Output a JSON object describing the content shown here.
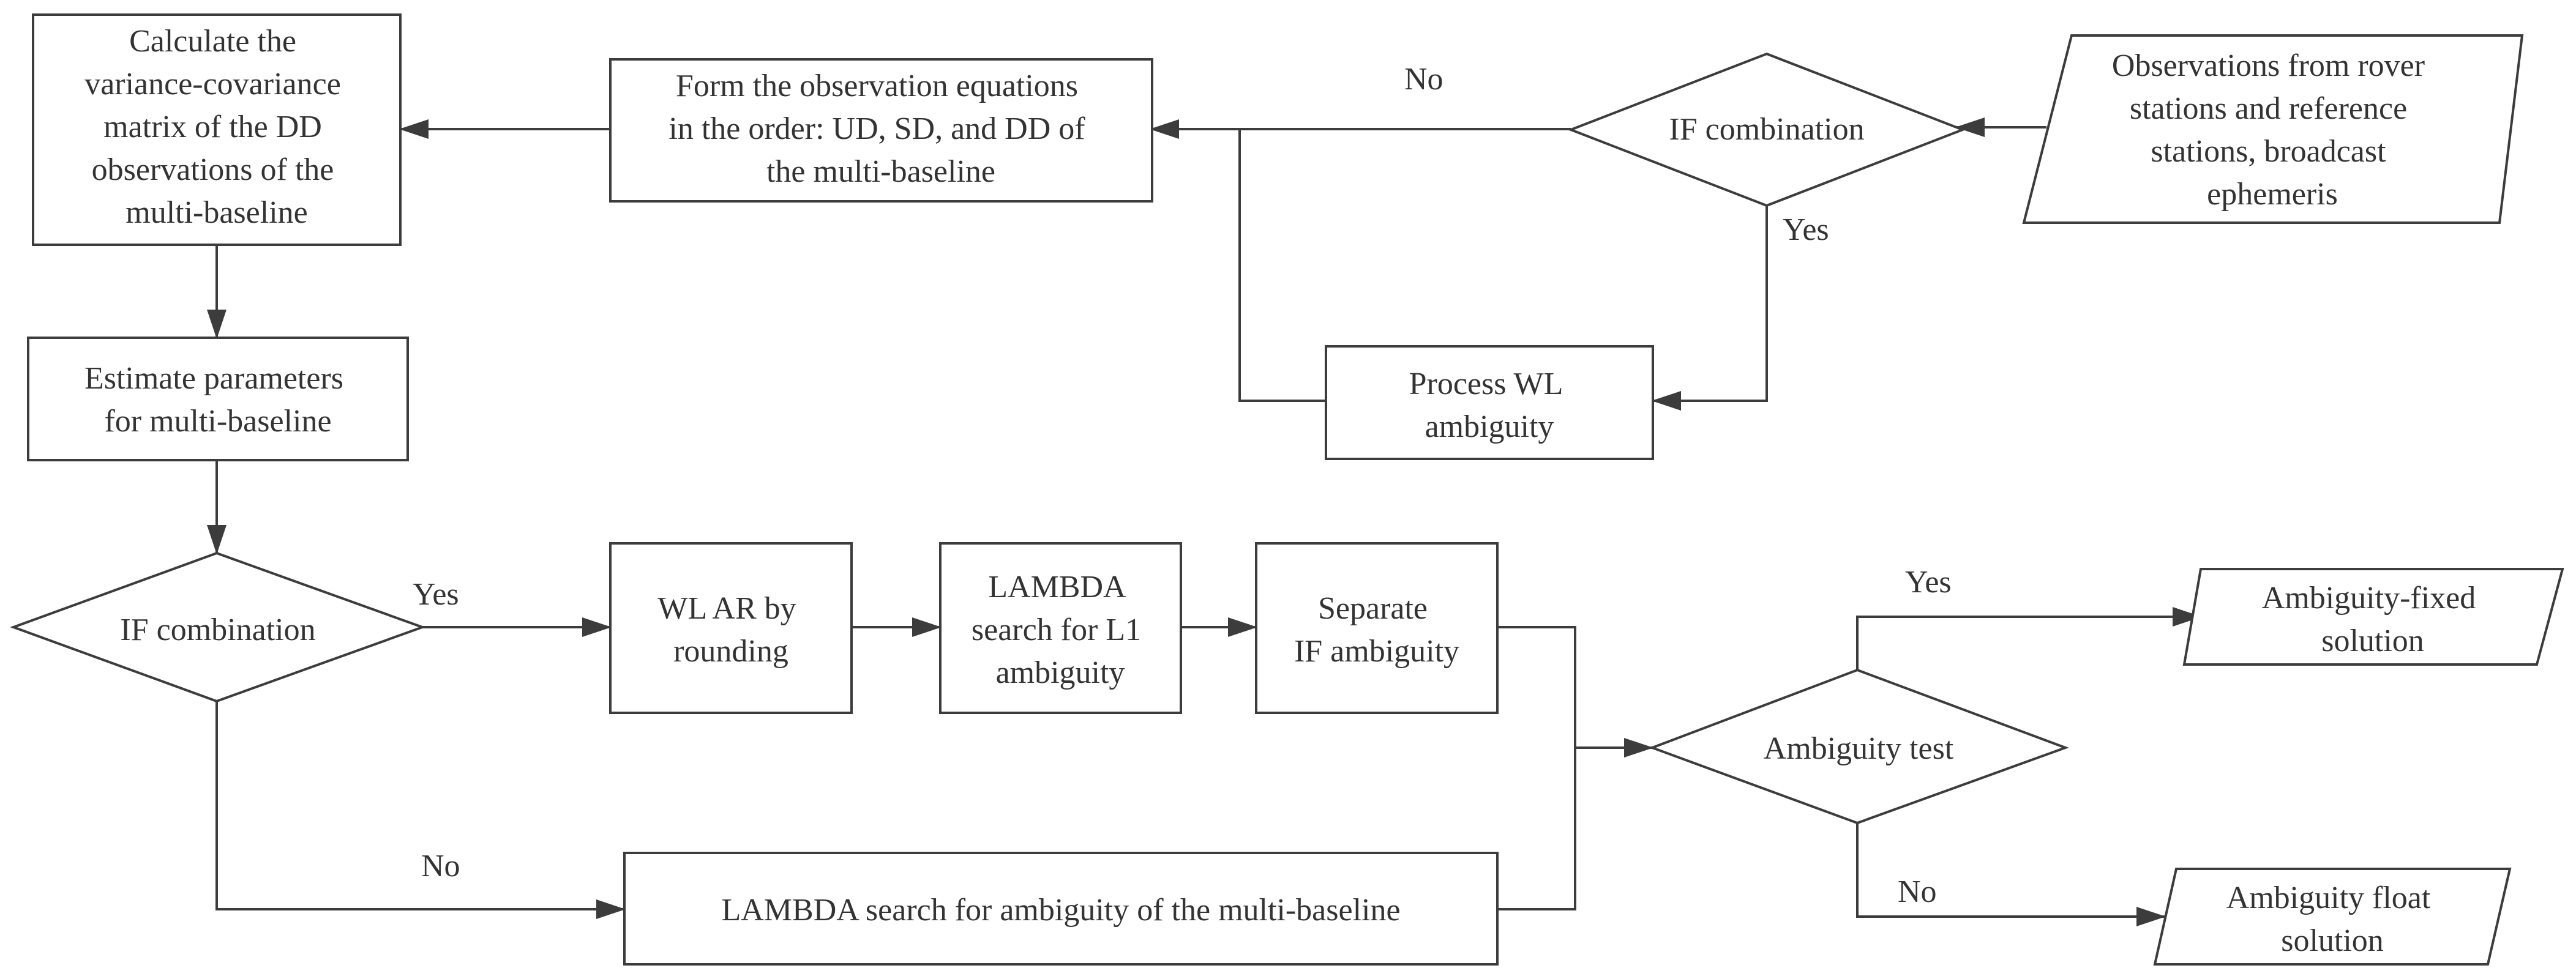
{
  "nodes": {
    "calc_vcm": {
      "lines": [
        "Calculate the",
        "variance-covariance",
        "matrix of the DD",
        "observations of the",
        "multi-baseline"
      ]
    },
    "form_obs": {
      "lines": [
        "Form the observation equations",
        "in the order: UD, SD, and DD of",
        "the multi-baseline"
      ]
    },
    "if_top": {
      "lines": [
        "IF combination"
      ]
    },
    "observations": {
      "lines": [
        "Observations from rover",
        "stations and reference",
        "stations, broadcast",
        "ephemeris"
      ]
    },
    "process_wl": {
      "lines": [
        "Process WL",
        "ambiguity"
      ]
    },
    "estimate": {
      "lines": [
        "Estimate parameters",
        "for multi-baseline"
      ]
    },
    "if_bottom": {
      "lines": [
        "IF combination"
      ]
    },
    "wl_ar": {
      "lines": [
        "WL AR by",
        "rounding"
      ]
    },
    "lambda_l1": {
      "lines": [
        "LAMBDA",
        "search for L1",
        "ambiguity"
      ]
    },
    "separate_if": {
      "lines": [
        "Separate",
        "IF ambiguity"
      ]
    },
    "lambda_multi": {
      "lines": [
        "LAMBDA search for ambiguity of the multi-baseline"
      ]
    },
    "amb_test": {
      "lines": [
        "Ambiguity test"
      ]
    },
    "amb_fixed": {
      "lines": [
        "Ambiguity-fixed",
        "solution"
      ]
    },
    "amb_float": {
      "lines": [
        "Ambiguity float",
        "solution"
      ]
    }
  },
  "edge_labels": {
    "if_top_no": "No",
    "if_top_yes": "Yes",
    "if_bottom_yes": "Yes",
    "if_bottom_no": "No",
    "test_yes": "Yes",
    "test_no": "No"
  },
  "colors": {
    "stroke": "#3c3c3c",
    "text": "#333333",
    "background": "#ffffff"
  }
}
